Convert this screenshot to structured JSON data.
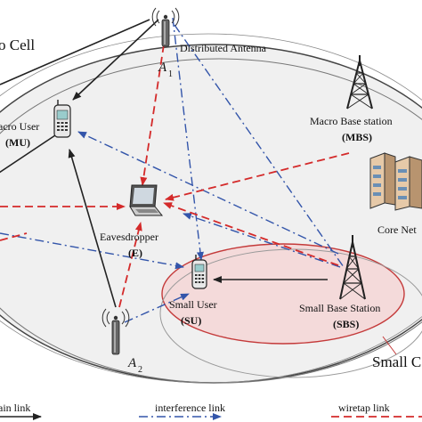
{
  "diagram": {
    "labels": {
      "macro_cell": "o Cell",
      "distributed_antenna": "Distributed Antenna",
      "a1_letter": "A",
      "a1_sub": "1",
      "a2_letter": "A",
      "a2_sub": "2",
      "macro_user_name": "acro User",
      "macro_user_abbr": "(MU)",
      "mbs_name": "Macro Base station",
      "mbs_abbr": "(MBS)",
      "core_network": "Core Net",
      "eavesdropper_name": "Eavesdropper",
      "eavesdropper_abbr": "(E)",
      "small_user_name": "Small User",
      "small_user_abbr": "(SU)",
      "sbs_name": "Small Base Station",
      "sbs_abbr": "(SBS)",
      "small_cell": "Small C"
    },
    "legend": {
      "main": "ain link",
      "interference": "interference link",
      "wiretap": "wiretap link"
    },
    "colors": {
      "main_link": "#222222",
      "interference_link": "#3355aa",
      "wiretap_link": "#d42a2a",
      "small_cell_fill": "#f4dada",
      "small_cell_stroke": "#c43a3a"
    }
  }
}
